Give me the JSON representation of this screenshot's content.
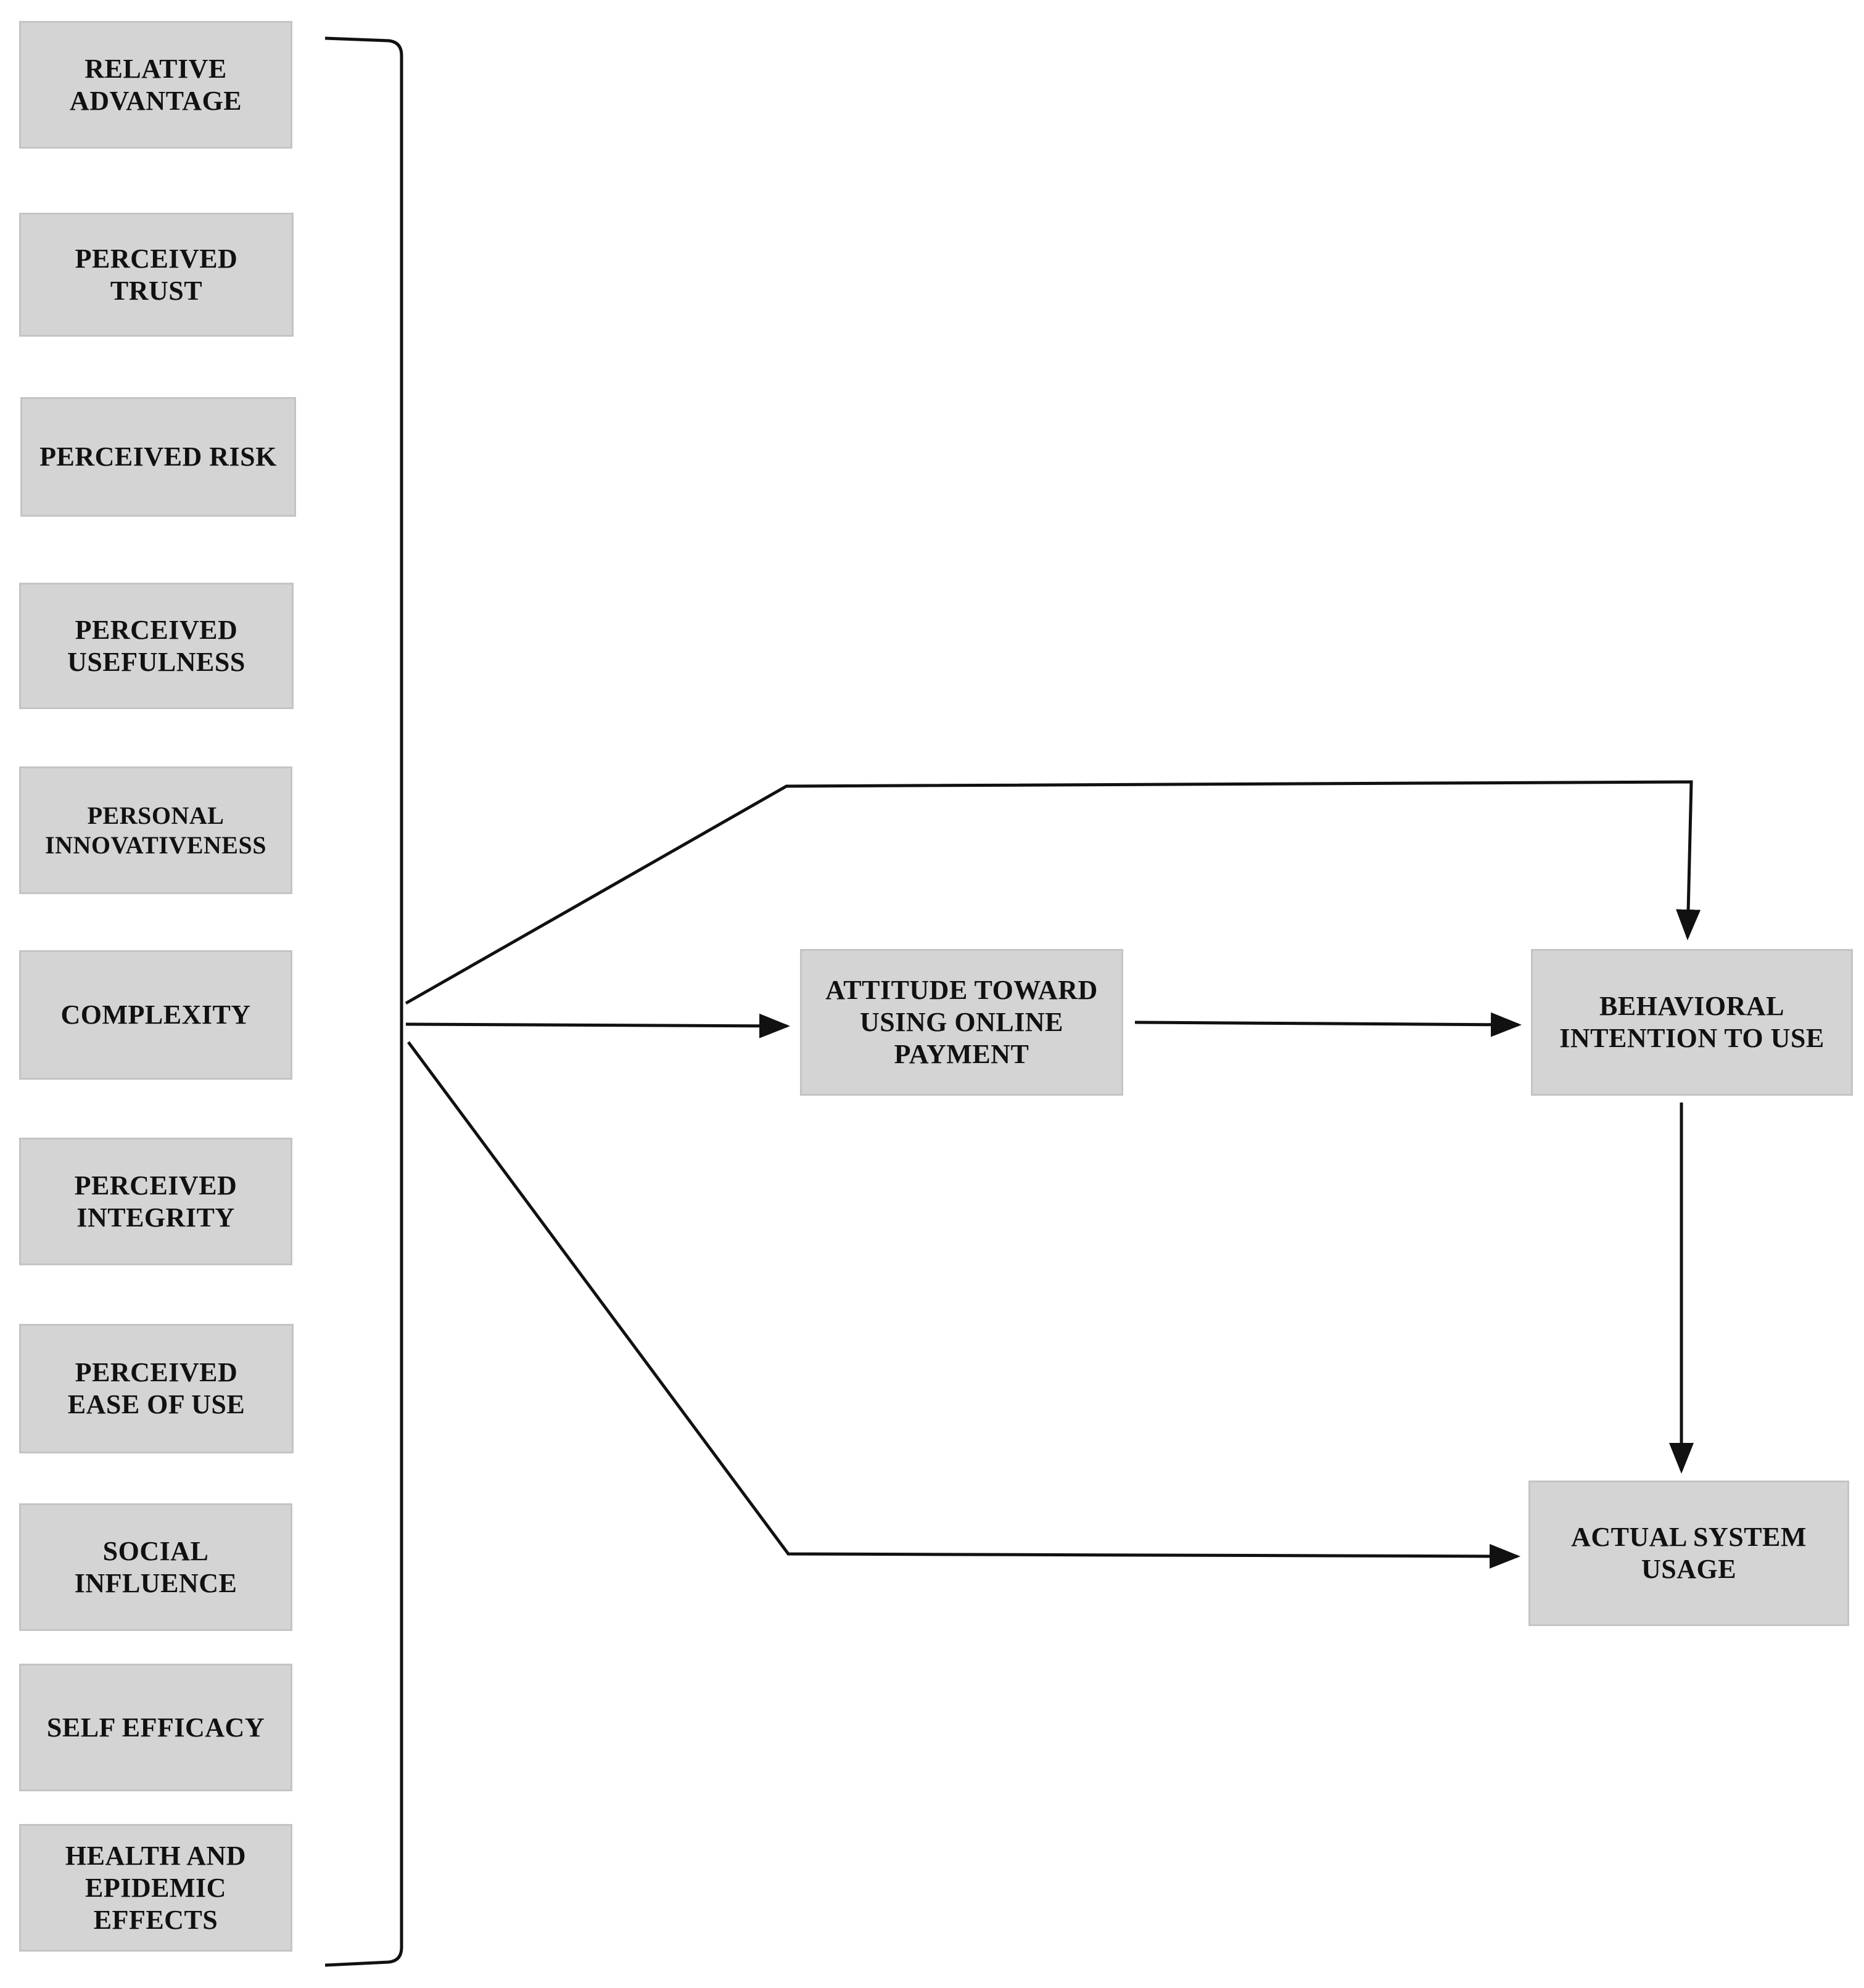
{
  "diagram": {
    "constructs": [
      {
        "id": "relative-advantage",
        "label": "RELATIVE\nADVANTAGE"
      },
      {
        "id": "perceived-trust",
        "label": "PERCEIVED\nTRUST"
      },
      {
        "id": "perceived-risk",
        "label": "PERCEIVED RISK"
      },
      {
        "id": "perceived-usefulness",
        "label": "PERCEIVED\nUSEFULNESS"
      },
      {
        "id": "personal-innovativeness",
        "label": "PERSONAL\nINNOVATIVENESS"
      },
      {
        "id": "complexity",
        "label": "COMPLEXITY"
      },
      {
        "id": "perceived-integrity",
        "label": "PERCEIVED\nINTEGRITY"
      },
      {
        "id": "perceived-ease-of-use",
        "label": "PERCEIVED\nEASE OF USE"
      },
      {
        "id": "social-influence",
        "label": "SOCIAL\nINFLUENCE"
      },
      {
        "id": "self-efficacy",
        "label": "SELF EFFICACY"
      },
      {
        "id": "health-and-epidemic-effects",
        "label": "HEALTH AND\nEPIDEMIC\nEFFECTS"
      }
    ],
    "attitude": {
      "label": "ATTITUDE TOWARD\nUSING ONLINE\nPAYMENT"
    },
    "intention": {
      "label": "BEHAVIORAL\nINTENTION TO USE"
    },
    "usage": {
      "label": "ACTUAL SYSTEM\nUSAGE"
    },
    "edges": [
      {
        "from": "constructs",
        "to": "attitude"
      },
      {
        "from": "constructs",
        "to": "intention"
      },
      {
        "from": "constructs",
        "to": "usage"
      },
      {
        "from": "attitude",
        "to": "intention"
      },
      {
        "from": "intention",
        "to": "usage"
      }
    ]
  }
}
